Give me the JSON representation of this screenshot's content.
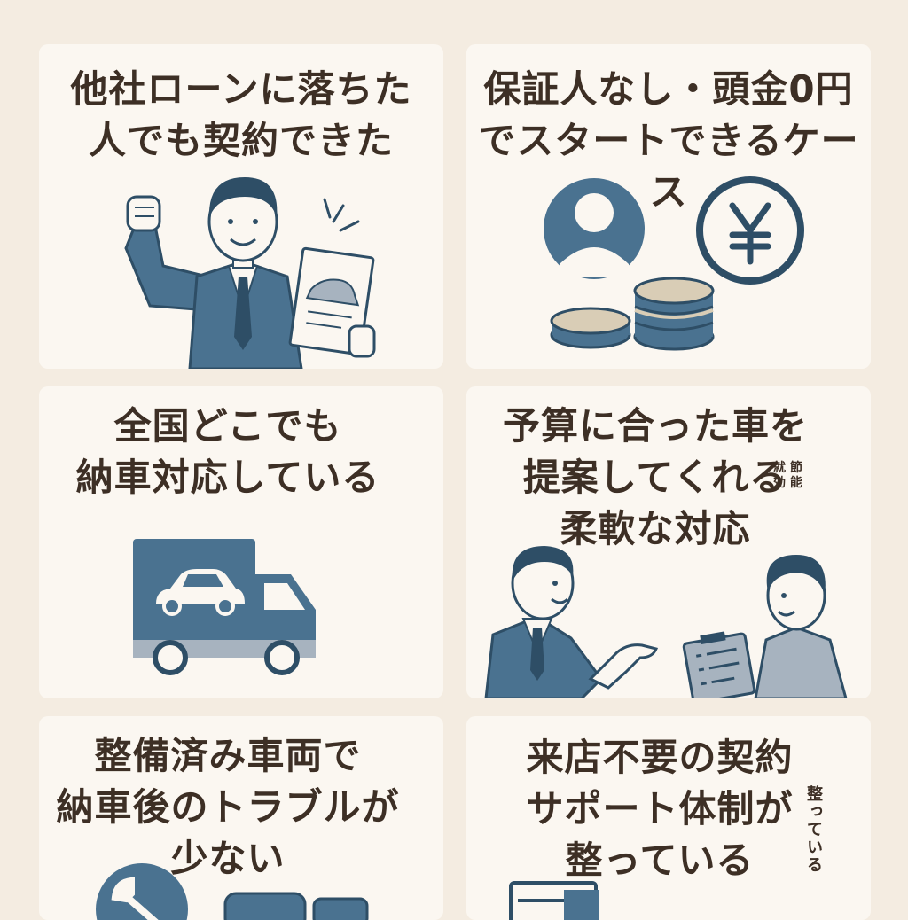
{
  "colors": {
    "background": "#f4ece1",
    "card": "#fbf7f1",
    "text": "#3d2f25",
    "primary": "#4a7290",
    "dark": "#2e4e66",
    "light": "#a7b3bf",
    "coin": "#d9cdb6"
  },
  "cards": [
    {
      "lines": [
        "他社ローンに落ちた",
        "人でも契約できた"
      ],
      "illustration": "businessman-with-contract-icon"
    },
    {
      "lines": [
        "保証人なし・頭金0円",
        "でスタートできるケース"
      ],
      "illustration": "person-and-yen-coins-icon"
    },
    {
      "lines": [
        "全国どこでも",
        "納車対応している"
      ],
      "illustration": "delivery-truck-icon"
    },
    {
      "lines": [
        "予算に合った車を",
        "提案してくれる",
        "柔軟な対応"
      ],
      "note_lines": [
        "就 節",
        "効 能"
      ],
      "illustration": "consultation-icon"
    },
    {
      "lines": [
        "整備済み車両で",
        "納車後のトラブルが",
        "少ない"
      ],
      "illustration": "wrench-and-car-icon"
    },
    {
      "lines": [
        "来店不要の契約",
        "サポート体制が",
        "整っている"
      ],
      "note": "整っている",
      "illustration": "document-icon"
    }
  ]
}
